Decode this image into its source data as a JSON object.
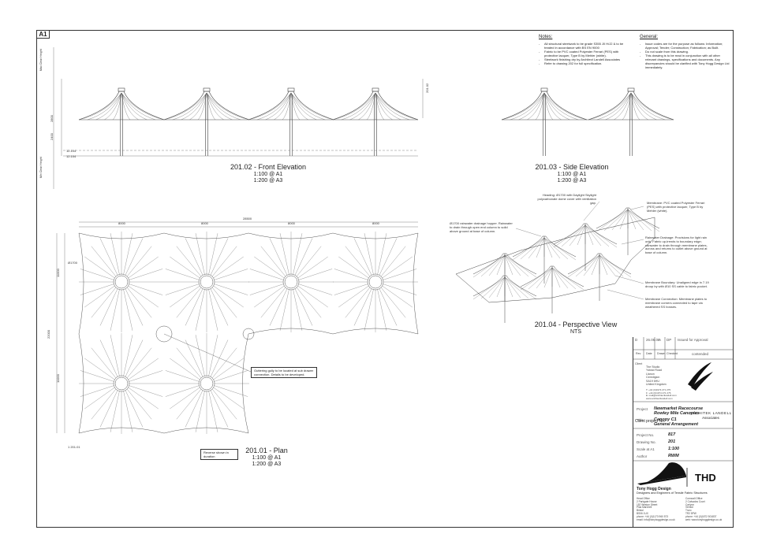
{
  "sheet": {
    "size_tag": "A1"
  },
  "notes": {
    "heading": "Notes:",
    "items": [
      "All structural steelwork to be grade S355 J0 H/J2 & to be treated in accordance with BS EN 9000",
      "Fabric to be PVC coated Polyester Ferrari (PES) with protective lacquer, Type B by Mehler (white).",
      "Steelwork finishing dry by Architect Landell Associates",
      "Refer to drawing 202 for full specification."
    ]
  },
  "general": {
    "heading": "General:",
    "items": [
      "Issue codes are for the purpose as follows: Information; Approval; Tender; Construction; Fabrication; as Built.",
      "Do not scale from this drawing.",
      "This drawing is to be read in conjunction with all other relevant drawings, specifications and documents. Any discrepancies should be clarified with Tony Hogg Design Ltd immediately."
    ]
  },
  "views": {
    "front": {
      "title": "201.02 - Front Elevation",
      "scale_a1": "1:100 @ A1",
      "scale_a3": "1:200 @ A3"
    },
    "side": {
      "title": "201.03 - Side Elevation",
      "scale_a1": "1:100 @ A1",
      "scale_a3": "1:200 @ A3"
    },
    "plan": {
      "title": "201.01 - Plan",
      "scale_a1": "1:100 @ A1",
      "scale_a3": "1:200 @ A3"
    },
    "perspective": {
      "title": "201.04 - Perspective View",
      "scale": "NTS"
    }
  },
  "dimensions": {
    "level_top": "12.104",
    "level_bottom": "12.104",
    "plan_total": "28500",
    "plan_bays": [
      "8000",
      "8000",
      "8000",
      "8000"
    ],
    "left_dims": [
      "11000",
      "11000"
    ],
    "left_total": "22000",
    "mast_ring": "Ø1700",
    "front_heights": [
      "2800",
      "2400"
    ],
    "side_ref": "201.02",
    "plan_ref": "1 201.01",
    "left_labels": [
      "Min Clear Height",
      "Max Clear Height"
    ]
  },
  "plan_notes": {
    "gully_note": "Guttering gully to be located at sub drawer connection. Details to be developed.",
    "reverse_note": "Reverse shown in duration"
  },
  "perspective_callouts": {
    "heading_head": "Heading: Ø1700 with Daylight Skylight polycarbonate dome cover with ventilation gap.",
    "mast_drainage": "Ø1700 rainwater drainage hopper. Rainwater to drain through open end column to solid above ground at base of column.",
    "membrane": "Membrane: PVC coated Polyester Ferrari (PES) with protective lacquer, Type B by Mehler (white).",
    "rainwater": "Rainwater Drainage: Provisions for light rain only. Fabric up-trends to boundary edge; rainwater to drain through membrane plates, across and returns to outlet above ground at base of column.",
    "boundary": "Membrane Boundary: Unaligned edge in 7.19 droop by with Ø10 SS cable to fabric pocket.",
    "connection": "Membrane Connection: Membrane plates to membrane corners connected to tape via weathered SS bosses."
  },
  "revision": {
    "rev": "D",
    "date": "26.06.08",
    "drawn": "A",
    "checked": "DP",
    "description": "Issued for Approval",
    "status": "contended",
    "headers": [
      "Rev",
      "Date",
      "Drawn",
      "Checked"
    ]
  },
  "client": {
    "label": "Client",
    "address": [
      "The Studio",
      "Ystrad Road",
      "Llanon",
      "Ceredigion",
      "SA19 6HU",
      "United Kingdom"
    ],
    "contact": [
      "T: +44 (0)1974 271 275",
      "F: +44 (0)1974 271 276",
      "E: mail@architectlandell.com",
      "www.architectlandell.com"
    ],
    "architect_name": "ARCHITEK LANDELL",
    "architect_sub": "Associates",
    "client_project_no_label": "Client project No."
  },
  "project": {
    "project_label": "Project",
    "project_line1": "Newmarket Racecourse",
    "project_line2": "Rowley Mile Canopies",
    "title_label": "Title",
    "title_line1": "Canopy C1",
    "title_line2": "General Arrangement",
    "project_no_label": "Project No.",
    "project_no": "817",
    "drawing_no_label": "Drawing No.",
    "drawing_no": "201",
    "scale_label": "Scale at A1",
    "scale": "1:100",
    "author_label": "Author",
    "author": "RWM"
  },
  "company": {
    "logo": "THD",
    "name": "Tony Hogg Design",
    "tagline": "Designers and Engineers of Tensile Fabric Structures",
    "head_office_label": "Head Office",
    "head_office": [
      "2 Parkgate House",
      "152 Weston Street",
      "Plas Marchell",
      "Bristol"
    ],
    "head_postcode": "BS06 1UX",
    "head_phone": "phone: +44 (0)1173 960 573",
    "email": "email: info@tonyhoggdesign.co.uk",
    "cornwall_label": "Cornwall Office",
    "cornwall": [
      "2 Calvados Court",
      "Carlyon",
      "Vernon",
      "Truro"
    ],
    "cornwall_postcode": "TR2 5PW",
    "cornwall_phone": "phone: +44 (0)1872 501837",
    "web": "web: www.tonyhoggdesign.co.uk"
  }
}
